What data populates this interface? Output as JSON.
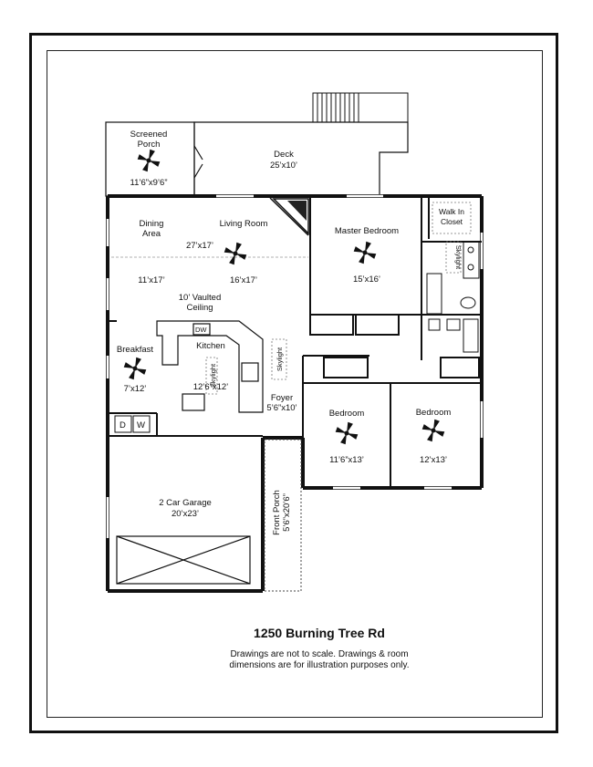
{
  "rooms": {
    "screened_porch": {
      "name": "Screened\nPorch",
      "line1": "Screened",
      "line2": "Porch",
      "dims": "11’6”x9’6”"
    },
    "deck": {
      "name": "Deck",
      "dims": "25’x10’"
    },
    "walk_in_closet": {
      "line1": "Walk In",
      "line2": "Closet"
    },
    "dining_area": {
      "line1": "Dining",
      "line2": "Area",
      "dims": "11’x17’"
    },
    "living_room": {
      "name": "Living Room",
      "dims": "27’x17’",
      "dims2": "16’x17’"
    },
    "vaulted": {
      "line1": "10’ Vaulted",
      "line2": "Ceiling"
    },
    "master_bedroom": {
      "name": "Master Bedroom",
      "dims": "15’x16’"
    },
    "breakfast": {
      "name": "Breakfast",
      "dims": "7’x12’"
    },
    "kitchen": {
      "name": "Kitchen",
      "dims": "12’6”x12’"
    },
    "foyer": {
      "name": "Foyer",
      "dims": "5’6”x10’"
    },
    "bedroom_1": {
      "name": "Bedroom",
      "dims": "11’6”x13’"
    },
    "bedroom_2": {
      "name": "Bedroom",
      "dims": "12’x13’"
    },
    "garage": {
      "name": "2 Car Garage",
      "dims": "20’x23’"
    },
    "front_porch": {
      "name": "Front Porch",
      "dims": "5’6”x20’6”"
    }
  },
  "fixtures": {
    "dishwasher": "DW",
    "washer": "W",
    "dryer": "D",
    "skylight": "Skylight"
  },
  "address": "1250 Burning Tree Rd",
  "disclaimer": {
    "line1": "Drawings are not to scale. Drawings & room",
    "line2": "dimensions are for illustration purposes only."
  }
}
